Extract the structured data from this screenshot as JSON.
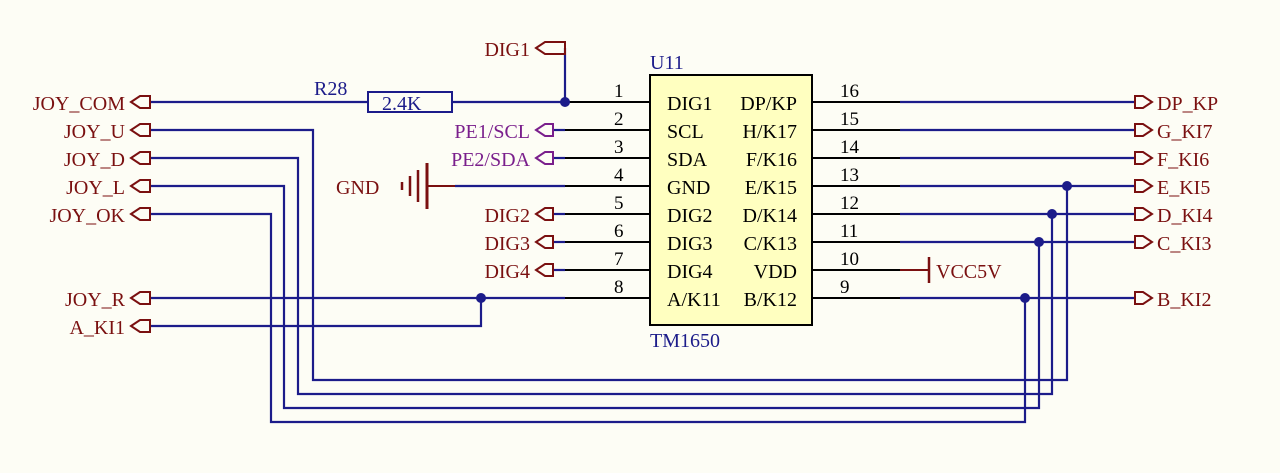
{
  "chip": {
    "designator": "U11",
    "part": "TM1650",
    "left_pins": [
      {
        "num": "1",
        "name": "DIG1"
      },
      {
        "num": "2",
        "name": "SCL"
      },
      {
        "num": "3",
        "name": "SDA"
      },
      {
        "num": "4",
        "name": "GND"
      },
      {
        "num": "5",
        "name": "DIG2"
      },
      {
        "num": "6",
        "name": "DIG3"
      },
      {
        "num": "7",
        "name": "DIG4"
      },
      {
        "num": "8",
        "name": "A/K11"
      }
    ],
    "right_pins": [
      {
        "num": "16",
        "name": "DP/KP"
      },
      {
        "num": "15",
        "name": "H/K17"
      },
      {
        "num": "14",
        "name": "F/K16"
      },
      {
        "num": "13",
        "name": "E/K15"
      },
      {
        "num": "12",
        "name": "D/K14"
      },
      {
        "num": "11",
        "name": "C/K13"
      },
      {
        "num": "10",
        "name": "VDD"
      },
      {
        "num": "9",
        "name": "B/K12"
      }
    ]
  },
  "resistor": {
    "designator": "R28",
    "value": "2.4K"
  },
  "nets": {
    "dig1": "DIG1",
    "joy_com": "JOY_COM",
    "joy_u": "JOY_U",
    "joy_d": "JOY_D",
    "joy_l": "JOY_L",
    "joy_ok": "JOY_OK",
    "joy_r": "JOY_R",
    "a_ki1": "A_KI1",
    "pe1": "PE1/SCL",
    "pe2": "PE2/SDA",
    "gnd": "GND",
    "dig2": "DIG2",
    "dig3": "DIG3",
    "dig4": "DIG4",
    "vcc": "VCC5V",
    "dp_kp": "DP_KP",
    "g_ki7": "G_KI7",
    "f_ki6": "F_KI6",
    "e_ki5": "E_KI5",
    "d_ki4": "D_KI4",
    "c_ki3": "C_KI3",
    "b_ki2": "B_KI2"
  },
  "colors": {
    "wire": "#1c1c8a",
    "net_label": "#7a1010",
    "bus_label": "#7a1f8c",
    "chip_fill": "#ffffc0"
  }
}
